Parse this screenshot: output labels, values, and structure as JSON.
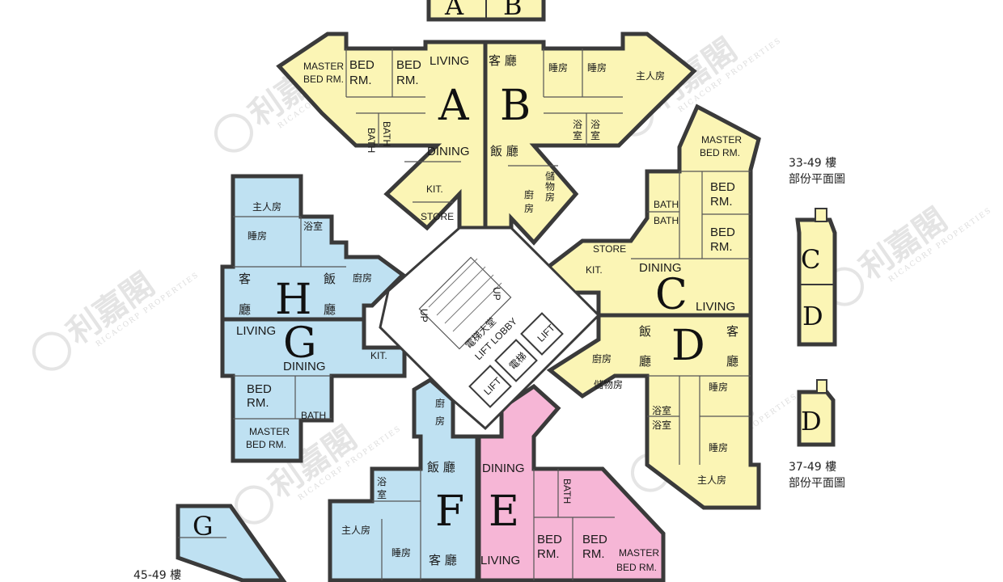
{
  "units": {
    "A": {
      "letter": "A",
      "living": "LIVING",
      "dining": "DINING",
      "master": [
        "MASTER",
        "BED RM."
      ],
      "bed1": [
        "BED",
        "RM."
      ],
      "bed2": [
        "BED",
        "RM."
      ],
      "bath": "BATH",
      "bath2": "BATH",
      "kit": "KIT.",
      "store": "STORE"
    },
    "B": {
      "letter": "B",
      "living": "客 廳",
      "dining": "飯 廳",
      "master": "主人房",
      "bed1": "睡房",
      "bed2": "睡房",
      "bath": "浴",
      "bath_b": "室",
      "bath2": "浴",
      "bath2_b": "室",
      "kit": "廚",
      "kit_b": "房",
      "store": "儲",
      "store_b": "物",
      "store_c": "房"
    },
    "C": {
      "letter": "C",
      "living": "LIVING",
      "dining": "DINING",
      "master": [
        "MASTER",
        "BED RM."
      ],
      "bed1": [
        "BED",
        "RM."
      ],
      "bed2": [
        "BED",
        "RM."
      ],
      "bath": "BATH",
      "bath2": "BATH",
      "kit": "KIT.",
      "store": "STORE"
    },
    "D": {
      "letter": "D",
      "living": "客",
      "living_b": "廳",
      "dining": "飯",
      "dining_b": "廳",
      "master": "主人房",
      "bed1": "睡房",
      "bed2": "睡房",
      "bath": "浴室",
      "bath2": "浴室",
      "kit": "廚房",
      "store": "儲物房"
    },
    "E": {
      "letter": "E",
      "living": "LIVING",
      "dining": "DINING",
      "master": [
        "MASTER",
        "BED RM."
      ],
      "bed1": [
        "BED",
        "RM."
      ],
      "bed2": [
        "BED",
        "RM."
      ],
      "bath": "BATH"
    },
    "F": {
      "letter": "F",
      "living": "客 廳",
      "dining": "飯 廳",
      "master": "主人房",
      "bed1": "睡房",
      "bath": "浴",
      "bath_b": "室",
      "kit": "廚",
      "kit_b": "房"
    },
    "G": {
      "letter": "G",
      "living": "LIVING",
      "dining": "DINING",
      "master": [
        "MASTER",
        "BED RM."
      ],
      "bed1": [
        "BED",
        "RM."
      ],
      "bath": "BATH",
      "kit": "KIT."
    },
    "H": {
      "letter": "H",
      "living": "客",
      "living_b": "廳",
      "dining": "飯",
      "dining_b": "廳",
      "master": "主人房",
      "bed1": "睡房",
      "bath": "浴室",
      "kit": "廚房"
    }
  },
  "core": {
    "lobby_cn": "電梯大堂",
    "lobby_en": "LIFT LOBBY",
    "lift": "LIFT",
    "lift_cn": "電梯",
    "up": "UP"
  },
  "inset_ab": {
    "letters": [
      "A",
      "B"
    ]
  },
  "inset_cd": {
    "letters": [
      "C",
      "D"
    ],
    "caption": [
      "33-49 樓",
      "部份平面圖"
    ]
  },
  "inset_d": {
    "letters": [
      "D"
    ],
    "caption": [
      "37-49 樓",
      "部份平面圖"
    ]
  },
  "inset_g": {
    "letters": [
      "G"
    ],
    "caption": [
      "45-49 樓"
    ]
  },
  "watermark": {
    "text": "利嘉閣",
    "sub": "RICACORP PROPERTIES"
  },
  "colors": {
    "unit_yellow": "#fbf5b5",
    "unit_blue": "#bfe1f2",
    "unit_pink": "#f6b6d6",
    "wall": "#3a3a3a"
  }
}
